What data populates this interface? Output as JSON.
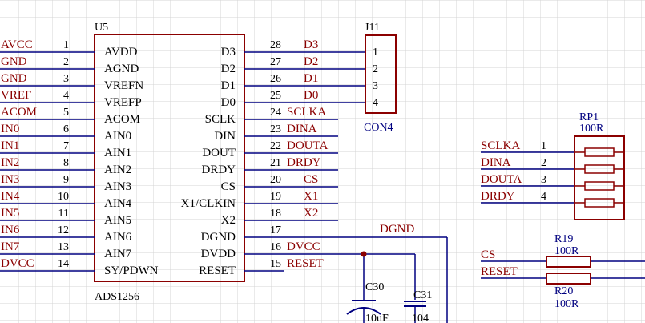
{
  "u5": {
    "ref": "U5",
    "part": "ADS1256",
    "left_pins": [
      {
        "net": "AVCC",
        "num": "1",
        "name": "AVDD"
      },
      {
        "net": "GND",
        "num": "2",
        "name": "AGND"
      },
      {
        "net": "GND",
        "num": "3",
        "name": "VREFN"
      },
      {
        "net": "VREF",
        "num": "4",
        "name": "VREFP"
      },
      {
        "net": "ACOM",
        "num": "5",
        "name": "ACOM"
      },
      {
        "net": "IN0",
        "num": "6",
        "name": "AIN0"
      },
      {
        "net": "IN1",
        "num": "7",
        "name": "AIN1"
      },
      {
        "net": "IN2",
        "num": "8",
        "name": "AIN2"
      },
      {
        "net": "IN3",
        "num": "9",
        "name": "AIN3"
      },
      {
        "net": "IN4",
        "num": "10",
        "name": "AIN4"
      },
      {
        "net": "IN5",
        "num": "11",
        "name": "AIN5"
      },
      {
        "net": "IN6",
        "num": "12",
        "name": "AIN6"
      },
      {
        "net": "IN7",
        "num": "13",
        "name": "AIN7"
      },
      {
        "net": "DVCC",
        "num": "14",
        "name": "SY/PDWN"
      }
    ],
    "right_pins": [
      {
        "name": "D3",
        "num": "28",
        "net": "D3"
      },
      {
        "name": "D2",
        "num": "27",
        "net": "D2"
      },
      {
        "name": "D1",
        "num": "26",
        "net": "D1"
      },
      {
        "name": "D0",
        "num": "25",
        "net": "D0"
      },
      {
        "name": "SCLK",
        "num": "24",
        "net": "SCLKA"
      },
      {
        "name": "DIN",
        "num": "23",
        "net": "DINA"
      },
      {
        "name": "DOUT",
        "num": "22",
        "net": "DOUTA"
      },
      {
        "name": "DRDY",
        "num": "21",
        "net": "DRDY"
      },
      {
        "name": "CS",
        "num": "20",
        "net": "CS"
      },
      {
        "name": "X1/CLKIN",
        "num": "19",
        "net": "X1"
      },
      {
        "name": "X2",
        "num": "18",
        "net": "X2"
      },
      {
        "name": "DGND",
        "num": "17",
        "net": ""
      },
      {
        "name": "DVDD",
        "num": "16",
        "net": "DVCC"
      },
      {
        "name": "RESET",
        "num": "15",
        "net": "RESET"
      }
    ]
  },
  "dgnd_label": "DGND",
  "j11": {
    "ref": "J11",
    "part": "CON4",
    "pins": [
      "1",
      "2",
      "3",
      "4"
    ]
  },
  "rp1": {
    "ref": "RP1",
    "value": "100R",
    "pins": [
      {
        "net": "SCLKA",
        "num": "1"
      },
      {
        "net": "DINA",
        "num": "2"
      },
      {
        "net": "DOUTA",
        "num": "3"
      },
      {
        "net": "DRDY",
        "num": "4"
      }
    ]
  },
  "r19": {
    "ref": "R19",
    "value": "100R",
    "net": "CS"
  },
  "r20": {
    "ref": "R20",
    "value": "100R",
    "net": "RESET"
  },
  "c30": {
    "ref": "C30",
    "value": "10uF"
  },
  "c31": {
    "ref": "C31",
    "value": "104"
  },
  "colors": {
    "wire": "#000080",
    "net_label": "#8b0000",
    "component": "#8b0000",
    "grid": "#d4d4d4",
    "junction": "#8b0000"
  }
}
